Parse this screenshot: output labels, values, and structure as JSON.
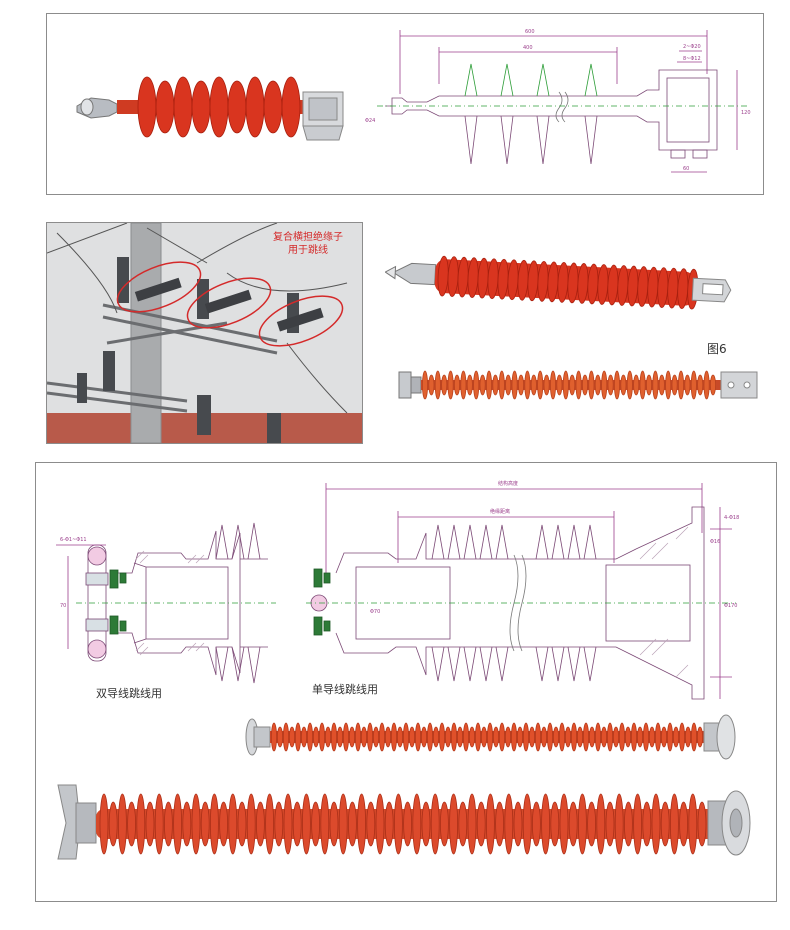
{
  "panel_photo": {
    "caption_line1": "复合横担绝缘子",
    "caption_line2": "用于跳线"
  },
  "figure_label": "图6",
  "bottom_panel": {
    "caption_double": "双导线跳线用",
    "caption_single": "单导线跳线用"
  },
  "colors": {
    "insulator_red": "#d9351f",
    "insulator_dark": "#a8200f",
    "dimension_line": "#9b3f8c",
    "axis_line": "#2f9e3a",
    "metal": "#c9ccd0"
  }
}
